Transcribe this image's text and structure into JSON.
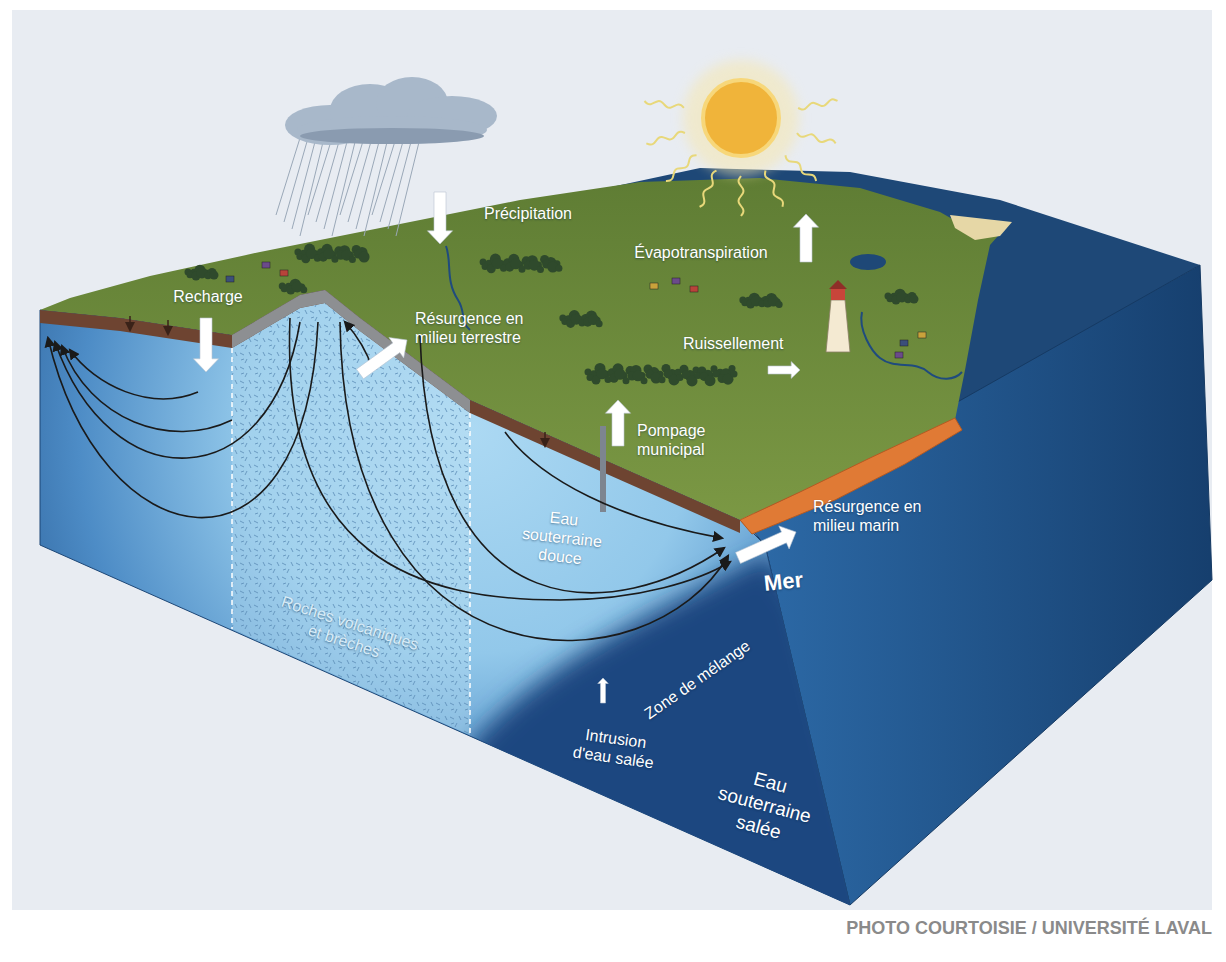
{
  "diagram": {
    "caption": "PHOTO COURTOISIE / UNIVERSITÉ LAVAL",
    "labels": [
      "Précipitation",
      "Évapotranspiration",
      "Recharge",
      "Résurgence en milieu terrestre",
      "Ruissellement",
      "Pompage municipal",
      "Eau souterraine douce",
      "Résurgence en milieu marin",
      "Mer",
      "Roches volcaniques et brèches",
      "Zone de mélange",
      "Intrusion d'eau salée",
      "Eau souterraine salée"
    ]
  }
}
